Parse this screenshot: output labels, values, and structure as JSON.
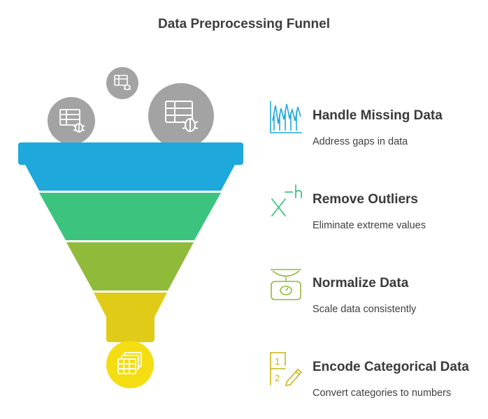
{
  "title": "Data Preprocessing Funnel",
  "colors": {
    "stage1": "#1ea8dc",
    "stage2": "#3cc47e",
    "stage3": "#8fba3a",
    "stage4": "#e0cb18",
    "output": "#f4dd12",
    "input_bubbles": "#a3a3a3"
  },
  "input_icons": [
    "table-bug-icon",
    "table-bug-icon",
    "table-bug-icon"
  ],
  "output_icon": "stacked-tables-icon",
  "steps": [
    {
      "heading": "Handle Missing Data",
      "description": "Address gaps in data",
      "icon": "line-chart-icon",
      "color": "#1ea8dc"
    },
    {
      "heading": "Remove Outliers",
      "description": "Eliminate extreme values",
      "icon": "x-power-icon",
      "color": "#3cc47e"
    },
    {
      "heading": "Normalize Data",
      "description": "Scale data consistently",
      "icon": "scale-icon",
      "color": "#8fba3a"
    },
    {
      "heading": "Encode Categorical Data",
      "description": "Convert categories to numbers",
      "icon": "numbered-list-pencil-icon",
      "color": "#c9b313"
    }
  ]
}
